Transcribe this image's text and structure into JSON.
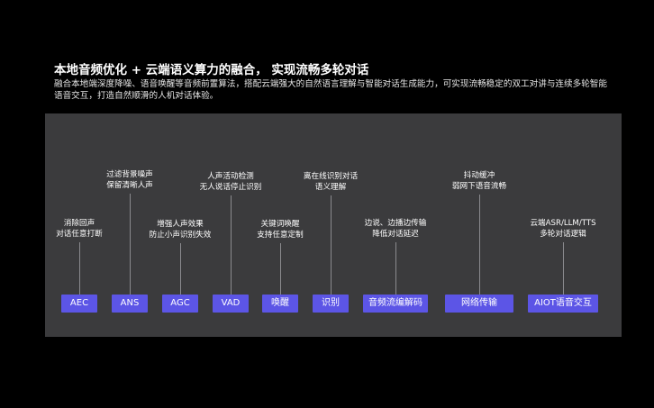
{
  "header": {
    "title": "本地音频优化 + 云端语义算力的融合， 实现流畅多轮对话",
    "description": "融合本地端深度降噪、语音唤醒等音频前置算法，搭配云端强大的自然语言理解与智能对话生成能力，可实现流畅稳定的双工对讲与连续多轮智能语音交互，打造自然顺滑的人机对话体验。"
  },
  "modules": [
    {
      "label": "AEC",
      "caption": [
        "消除回声",
        "对话任意打断"
      ]
    },
    {
      "label": "ANS",
      "caption": [
        "过滤背景噪声",
        "保留清晰人声"
      ]
    },
    {
      "label": "AGC",
      "caption": [
        "增强人声效果",
        "防止小声识别失效"
      ]
    },
    {
      "label": "VAD",
      "caption": [
        "人声活动检测",
        "无人说话停止识别"
      ]
    },
    {
      "label": "唤醒",
      "caption": [
        "关键词唤醒",
        "支持任意定制"
      ]
    },
    {
      "label": "识别",
      "caption": [
        "离在线识别对话",
        "语义理解"
      ]
    },
    {
      "label": "音频流编解码",
      "caption": [
        "边说、边播边传输",
        "降低对话延迟"
      ]
    },
    {
      "label": "网络传输",
      "caption": [
        "抖动缓冲",
        "弱网下语音流畅"
      ]
    },
    {
      "label": "AIOT语音交互",
      "caption": [
        "云端ASR/LLM/TTS",
        "多轮对话逻辑"
      ]
    }
  ],
  "colors": {
    "background": "#000000",
    "panel": "#3b3b3d",
    "button": "#5c55e6",
    "connector": "#8a8a8e"
  }
}
